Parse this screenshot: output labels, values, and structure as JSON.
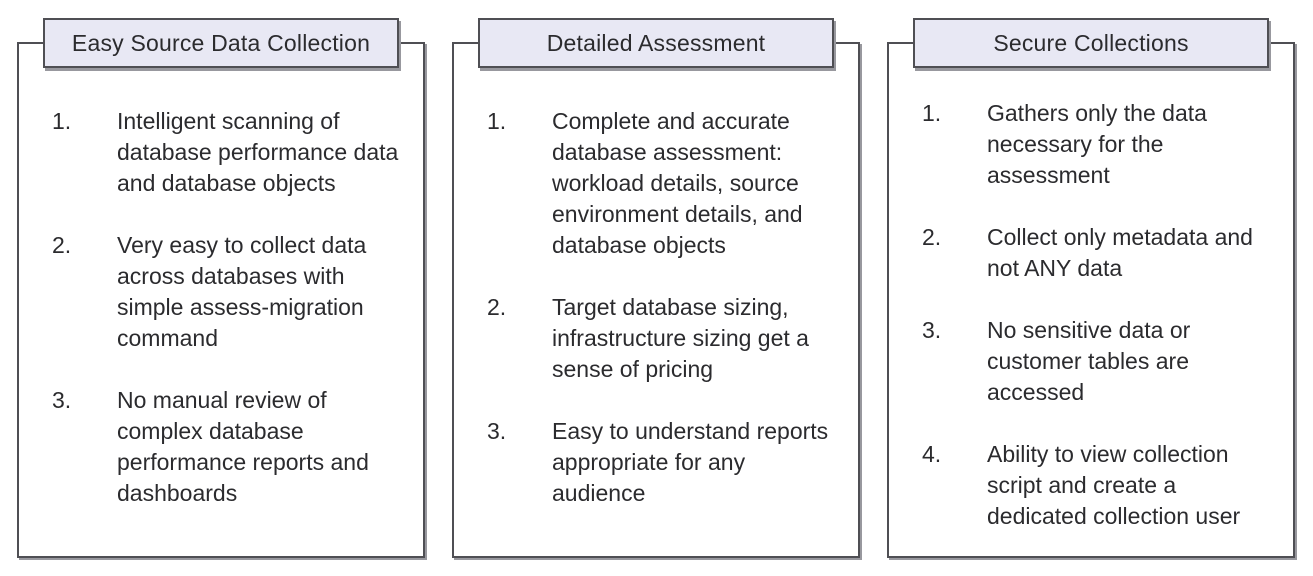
{
  "colors": {
    "border": "#4f4f54",
    "shadow": "#98989e",
    "header_fill": "#e8e8f4",
    "text": "#2b2b2e",
    "page_bg": "#ffffff"
  },
  "panels": [
    {
      "title": "Easy Source Data Collection",
      "items": [
        {
          "num": "1.",
          "text": "Intelligent scanning of\ndatabase performance data\nand database objects"
        },
        {
          "num": "2.",
          "text": "Very easy to collect data\nacross databases with\nsimple assess-migration\ncommand"
        },
        {
          "num": "3.",
          "text": "No manual review of\ncomplex database\nperformance reports and\ndashboards"
        }
      ]
    },
    {
      "title": "Detailed Assessment",
      "items": [
        {
          "num": "1.",
          "text": "Complete and accurate\ndatabase assessment:\nworkload details, source\nenvironment details, and\ndatabase objects"
        },
        {
          "num": "2.",
          "text": "Target database sizing,\ninfrastructure sizing get a\nsense of pricing"
        },
        {
          "num": "3.",
          "text": "Easy to understand reports\nappropriate for any\naudience"
        }
      ]
    },
    {
      "title": "Secure Collections",
      "items": [
        {
          "num": "1.",
          "text": "Gathers only the data\nnecessary for the\nassessment"
        },
        {
          "num": "2.",
          "text": "Collect only metadata and\nnot ANY data"
        },
        {
          "num": "3.",
          "text": "No sensitive data or\ncustomer tables are\naccessed"
        },
        {
          "num": "4.",
          "text": "Ability to view collection\nscript and create a\ndedicated collection user"
        }
      ]
    }
  ]
}
